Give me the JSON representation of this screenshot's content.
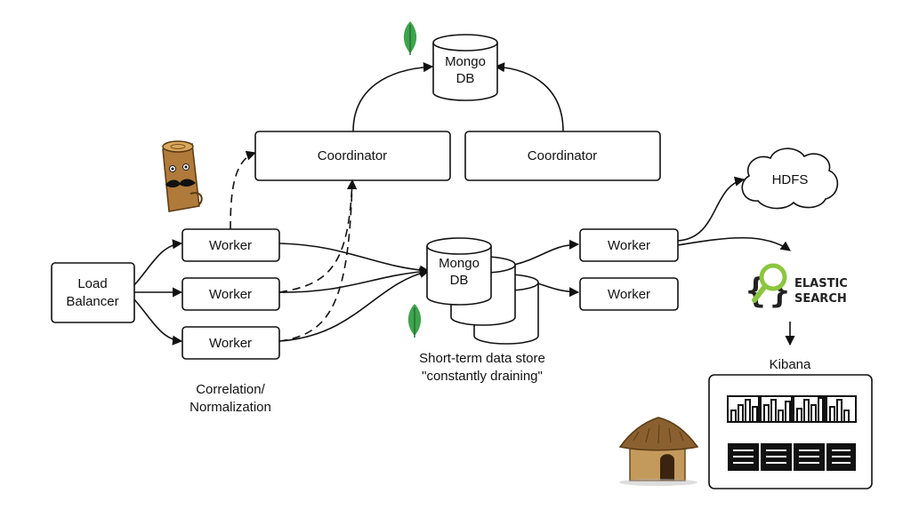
{
  "nodes": {
    "load_balancer": {
      "line1": "Load",
      "line2": "Balancer"
    },
    "worker_in_1": "Worker",
    "worker_in_2": "Worker",
    "worker_in_3": "Worker",
    "coordinator_left": "Coordinator",
    "coordinator_right": "Coordinator",
    "mongo_top": {
      "line1": "Mongo",
      "line2": "DB"
    },
    "mongo_store": {
      "line1": "Mongo",
      "line2": "DB"
    },
    "worker_out_1": "Worker",
    "worker_out_2": "Worker",
    "hdfs": "HDFS",
    "kibana": "Kibana"
  },
  "annotations": {
    "correlation": {
      "line1": "Correlation/",
      "line2": "Normalization"
    },
    "store_caption": {
      "line1": "Short-term data store",
      "line2": "\"constantly draining\""
    }
  },
  "logos": {
    "elastic": {
      "line1": "ELASTIC",
      "line2": "SEARCH"
    }
  },
  "colors": {
    "mongo_leaf": "#3fa34d",
    "mongo_leaf_dark": "#1f6e2a",
    "elastic_green": "#8cc63f"
  },
  "icons": [
    "mongodb-leaf-icon",
    "logstash-log-mascot-icon",
    "elasticsearch-logo-icon",
    "hut-icon",
    "kibana-bar-chart-icon"
  ]
}
